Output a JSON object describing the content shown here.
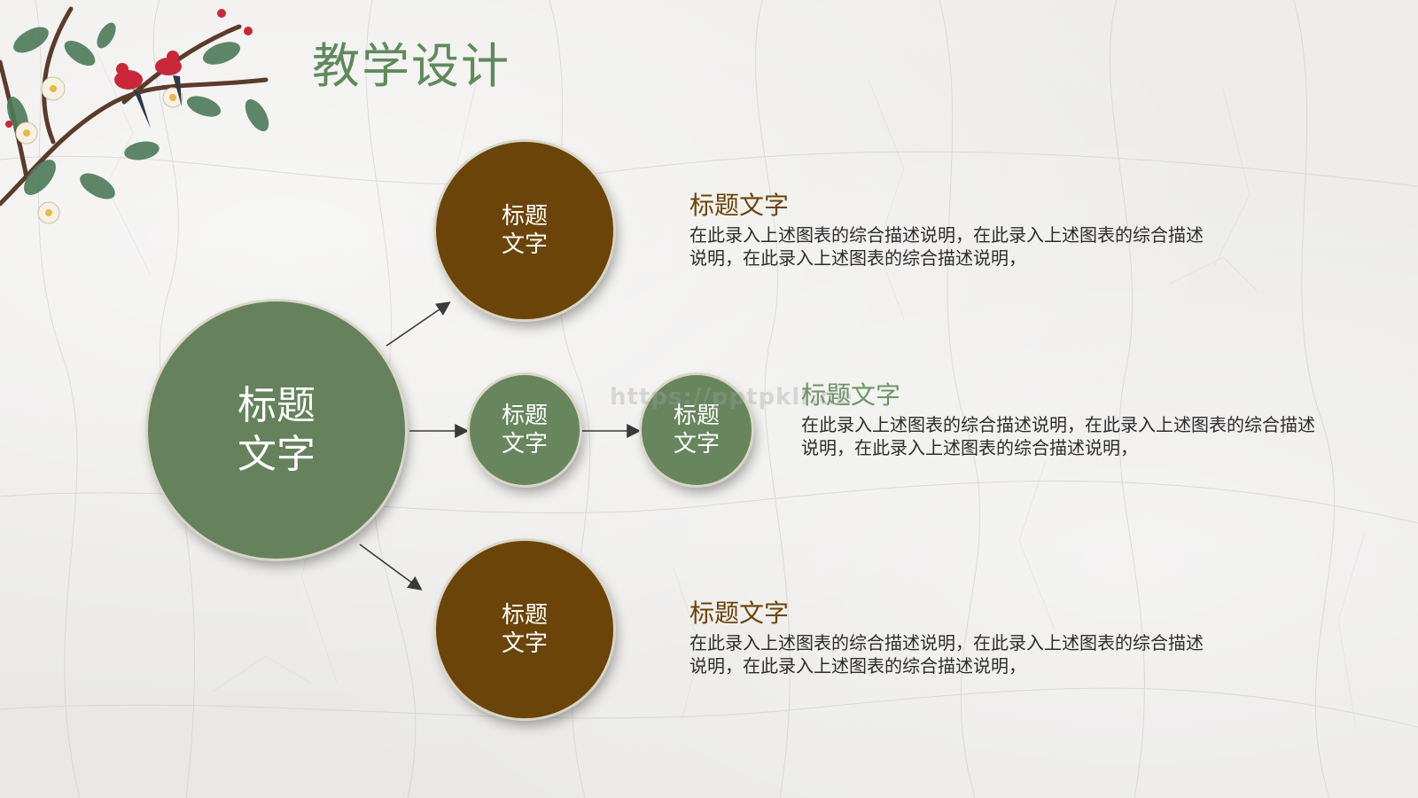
{
  "slide": {
    "title": "教学设计",
    "watermark": "https://pptpkll.de"
  },
  "diagram": {
    "center": {
      "label": "标题\n文字"
    },
    "branches": [
      {
        "node_label": "标题\n文字",
        "color": "#6b4409",
        "heading": "标题文字",
        "body": "在此录入上述图表的综合描述说明，在此录入上述图表的综合描述说明，在此录入上述图表的综合描述说明，"
      },
      {
        "node_label": "标题\n文字",
        "next_label": "标题\n文字",
        "color": "#68865e",
        "heading": "标题文字",
        "body": "在此录入上述图表的综合描述说明，在此录入上述图表的综合描述说明，在此录入上述图表的综合描述说明，"
      },
      {
        "node_label": "标题\n文字",
        "color": "#6b4409",
        "heading": "标题文字",
        "body": "在此录入上述图表的综合描述说明，在此录入上述图表的综合描述说明，在此录入上述图表的综合描述说明，"
      }
    ]
  },
  "colors": {
    "title": "#5f8a5c",
    "green_node": "#65825c",
    "brown_node": "#6b4409",
    "green_heading": "#6e9566"
  },
  "decoration": {
    "corner_art": "birds-and-blossoms-icon"
  }
}
